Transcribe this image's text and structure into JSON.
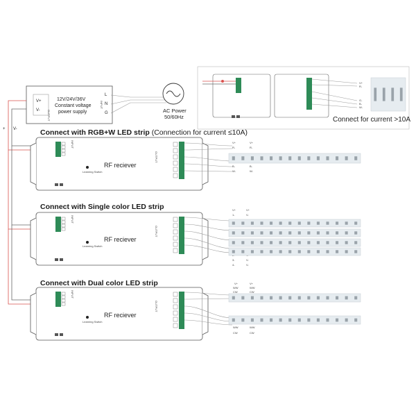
{
  "power_supply": {
    "lines": [
      "12V/24V/36V",
      "Constant voltage",
      "power supply"
    ],
    "output_label": "OUTPUT",
    "input_label": "INPUT",
    "v_plus": "V+",
    "v_minus": "V-",
    "l": "L",
    "n": "N",
    "g": "G"
  },
  "ac_power": {
    "line1": "AC Power",
    "line2": "50/60Hz"
  },
  "bus": {
    "plus": "+",
    "minus": "V-"
  },
  "inset": {
    "caption": "Connect for current >10A",
    "labels": [
      "V+",
      "R-",
      "G-",
      "B-",
      "W-"
    ]
  },
  "receiver_text": "RF reciever",
  "learning_switch": "Learning Switch",
  "input_side_label": "INPUT",
  "output_side_label": "OUTPUT",
  "section_rgbw": {
    "title_bold": "Connect with RGB+W LED strip",
    "title_rest": " (Connection for current ≤10A)",
    "labels": [
      "V+",
      "R-",
      "G-",
      "B-",
      "W-"
    ]
  },
  "section_single": {
    "title": "Connect with Single color LED strip",
    "labels_top": [
      "V+",
      "1-"
    ],
    "labels_bottom": [
      "2-",
      "3-",
      "4-"
    ],
    "labels_right_top": [
      "V+",
      "V-"
    ],
    "labels_right_bottom": [
      "V-",
      "V-",
      "V-"
    ]
  },
  "section_dual": {
    "title": "Connect with Dual color LED strip",
    "labels_a": [
      "V+",
      "WW",
      "CW"
    ],
    "labels_b": [
      "V+",
      "WW",
      "CW"
    ],
    "labels_c": [
      "WW",
      "CW"
    ]
  },
  "colors": {
    "wire_red": "#d9534f",
    "wire_gray": "#999999",
    "terminal_green": "#2e8b57",
    "strip": "#e6ecf0",
    "led": "#9aa3aa"
  }
}
